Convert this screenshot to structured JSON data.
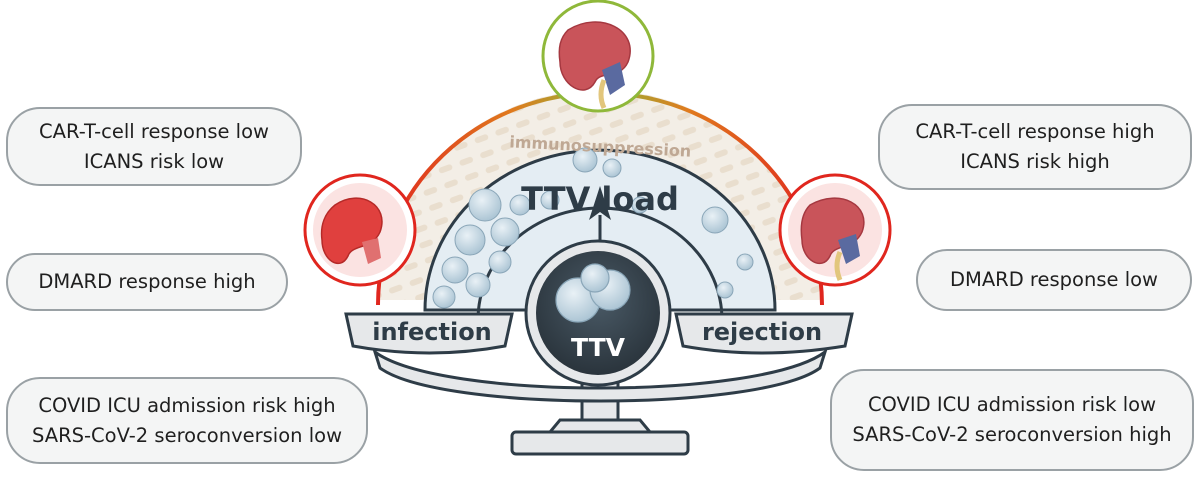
{
  "left_boxes": [
    {
      "line1": "CAR-T-cell response low",
      "line2": "ICANS risk low"
    },
    {
      "line1": "DMARD response high"
    },
    {
      "line1": "COVID ICU admission risk high",
      "line2": "SARS-CoV-2 seroconversion low"
    }
  ],
  "right_boxes": [
    {
      "line1": "CAR-T-cell response high",
      "line2": "ICANS risk high"
    },
    {
      "line1": "DMARD response low"
    },
    {
      "line1": "COVID ICU admission risk low",
      "line2": "SARS-CoV-2 seroconversion high"
    }
  ],
  "scale": {
    "arc_label": "immunosuppression",
    "gauge_label": "TTV load",
    "center_label": "TTV",
    "left_pan_label": "infection",
    "right_pan_label": "rejection"
  },
  "colors": {
    "low_side": "#e0261e",
    "optimal": "#7fb23a",
    "high_side": "#e0261e",
    "box_border": "#9aa1a5",
    "dark": "#2e3c47"
  },
  "icons": [
    "kidney-icon-left",
    "kidney-icon-top",
    "kidney-icon-right",
    "virus-icon"
  ]
}
